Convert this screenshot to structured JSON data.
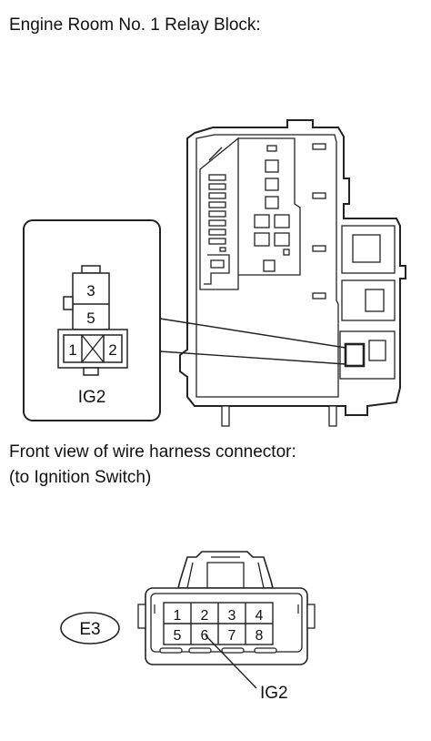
{
  "diagram": {
    "title": "Engine Room No. 1 Relay Block:",
    "relay_inset": {
      "label": "IG2",
      "pins_top": [
        "3",
        "5"
      ],
      "pins_bottom": [
        "1",
        "2"
      ]
    },
    "harness_title_line1": "Front view of wire harness connector:",
    "harness_title_line2": "(to Ignition Switch)",
    "connector": {
      "id_label": "E3",
      "pins_row1": [
        "1",
        "2",
        "3",
        "4"
      ],
      "pins_row2": [
        "5",
        "6",
        "7",
        "8"
      ],
      "callout_label": "IG2"
    }
  }
}
